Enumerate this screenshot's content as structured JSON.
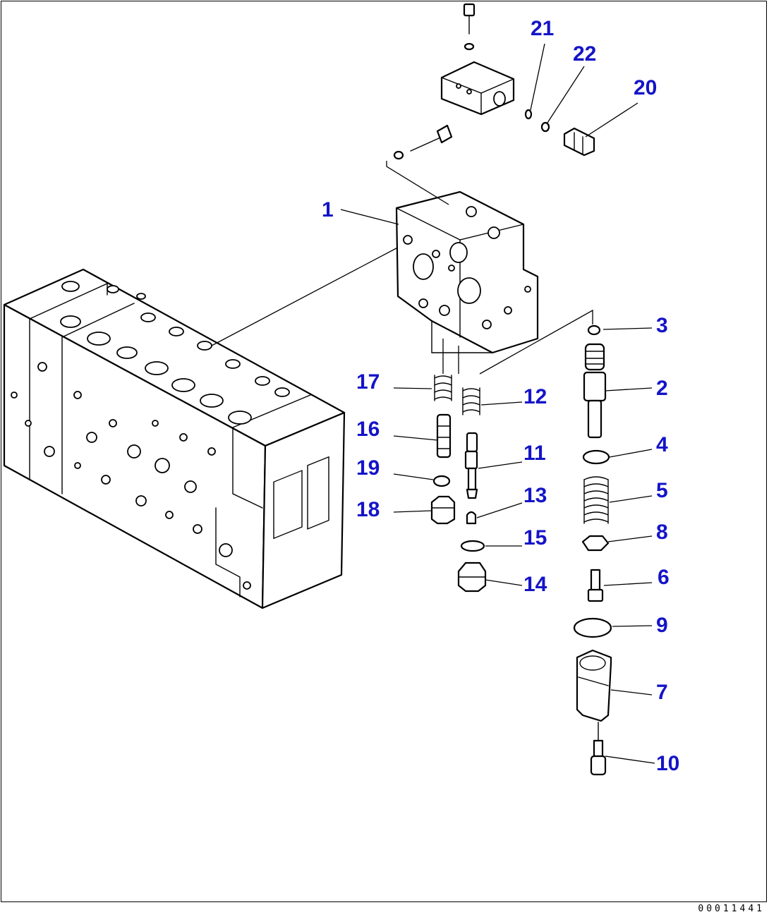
{
  "colors": {
    "callout": "#1414c8",
    "line": "#000000",
    "background": "#ffffff"
  },
  "drawing_number": "00011441",
  "callouts": {
    "c1": "1",
    "c2": "2",
    "c3": "3",
    "c4": "4",
    "c5": "5",
    "c6": "6",
    "c7": "7",
    "c8": "8",
    "c9": "9",
    "c10": "10",
    "c11": "11",
    "c12": "12",
    "c13": "13",
    "c14": "14",
    "c15": "15",
    "c16": "16",
    "c17": "17",
    "c18": "18",
    "c19": "19",
    "c20": "20",
    "c21": "21",
    "c22": "22"
  }
}
